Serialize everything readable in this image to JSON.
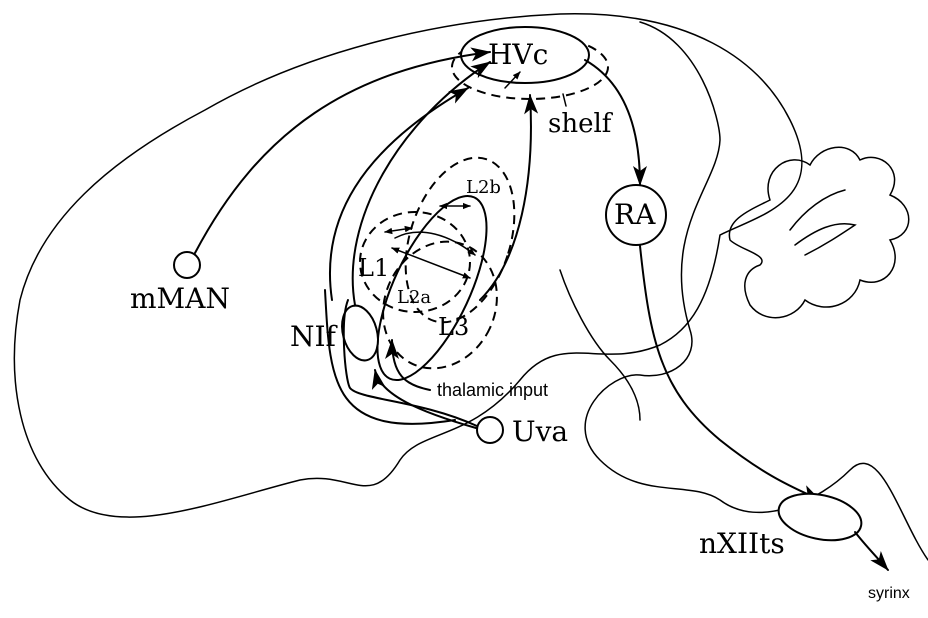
{
  "labels": {
    "hvc": "HVc",
    "shelf": "shelf",
    "ra": "RA",
    "l2b": "L2b",
    "l1": "L1",
    "l2a": "L2a",
    "l3": "L3",
    "mman": "mMAN",
    "nif": "NIf",
    "thalamic": "thalamic input",
    "uva": "Uva",
    "nxiits": "nXIIts",
    "syrinx": "syrinx"
  }
}
